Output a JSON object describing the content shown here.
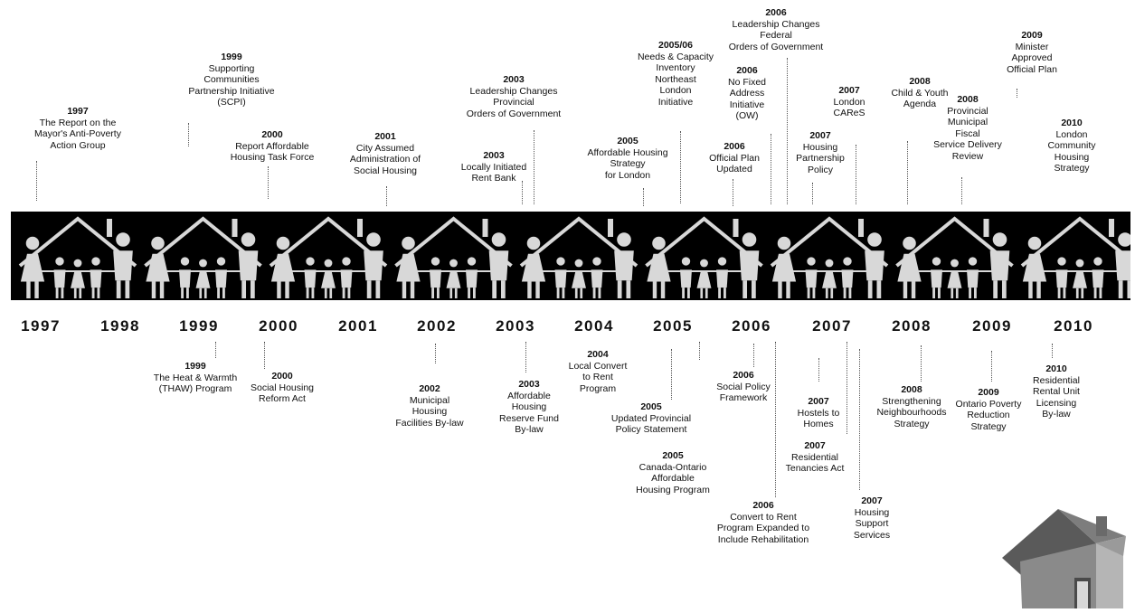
{
  "axis_years": [
    "1997",
    "1998",
    "1999",
    "2000",
    "2001",
    "2002",
    "2003",
    "2004",
    "2005",
    "2006",
    "2007",
    "2008",
    "2009",
    "2010"
  ],
  "events_above": [
    {
      "year": "1997",
      "text": "The Report on the\nMayor's Anti-Poverty\nAction Group"
    },
    {
      "year": "1999",
      "text": "Supporting\nCommunities\nPartnership Initiative\n(SCPI)"
    },
    {
      "year": "2000",
      "text": "Report Affordable\nHousing Task Force"
    },
    {
      "year": "2001",
      "text": "City Assumed\nAdministration of\nSocial Housing"
    },
    {
      "year": "2003",
      "text": "Leadership Changes\nProvincial\nOrders of Government"
    },
    {
      "year": "2003",
      "text": "Locally Initiated\nRent Bank"
    },
    {
      "year": "2005",
      "text": "Affordable Housing\nStrategy\nfor London"
    },
    {
      "year": "2005/06",
      "text": "Needs & Capacity\nInventory\nNortheast\nLondon\nInitiative"
    },
    {
      "year": "2006",
      "text": "Leadership Changes\nFederal\nOrders of Government"
    },
    {
      "year": "2006",
      "text": "No Fixed\nAddress\nInitiative\n(OW)"
    },
    {
      "year": "2006",
      "text": "Official Plan\nUpdated"
    },
    {
      "year": "2007",
      "text": "London\nCAReS"
    },
    {
      "year": "2007",
      "text": "Housing\nPartnership\nPolicy"
    },
    {
      "year": "2008",
      "text": "Child & Youth\nAgenda"
    },
    {
      "year": "2008",
      "text": "Provincial\nMunicipal\nFiscal\nService Delivery\nReview"
    },
    {
      "year": "2009",
      "text": "Minister\nApproved\nOfficial Plan"
    },
    {
      "year": "2010",
      "text": "London\nCommunity\nHousing Strategy"
    }
  ],
  "events_below": [
    {
      "year": "1999",
      "text": "The Heat & Warmth\n(THAW) Program"
    },
    {
      "year": "2000",
      "text": "Social Housing\nReform Act"
    },
    {
      "year": "2002",
      "text": "Municipal\nHousing\nFacilities By-law"
    },
    {
      "year": "2003",
      "text": "Affordable\nHousing\nReserve Fund\nBy-law"
    },
    {
      "year": "2004",
      "text": "Local Convert\nto Rent\nProgram"
    },
    {
      "year": "2005",
      "text": "Updated Provincial\nPolicy Statement"
    },
    {
      "year": "2005",
      "text": "Canada-Ontario\nAffordable\nHousing Program"
    },
    {
      "year": "2006",
      "text": "Social Policy\nFramework"
    },
    {
      "year": "2006",
      "text": "Convert to Rent\nProgram Expanded to\nInclude Rehabilitation"
    },
    {
      "year": "2007",
      "text": "Hostels to\nHomes"
    },
    {
      "year": "2007",
      "text": "Residential\nTenancies Act"
    },
    {
      "year": "2007",
      "text": "Housing\nSupport\nServices"
    },
    {
      "year": "2008",
      "text": "Strengthening\nNeighbourhoods\nStrategy"
    },
    {
      "year": "2009",
      "text": "Ontario Poverty\nReduction\nStrategy"
    },
    {
      "year": "2010",
      "text": "Residential\nRental Unit\nLicensing\nBy-law"
    }
  ],
  "colors": {
    "band": "#000000",
    "figure": "#d8d8d8",
    "house_roof": "#6b6b6b",
    "house_wall": "#8a8a8a"
  },
  "icons": [
    "family-house-icon",
    "house-icon"
  ]
}
